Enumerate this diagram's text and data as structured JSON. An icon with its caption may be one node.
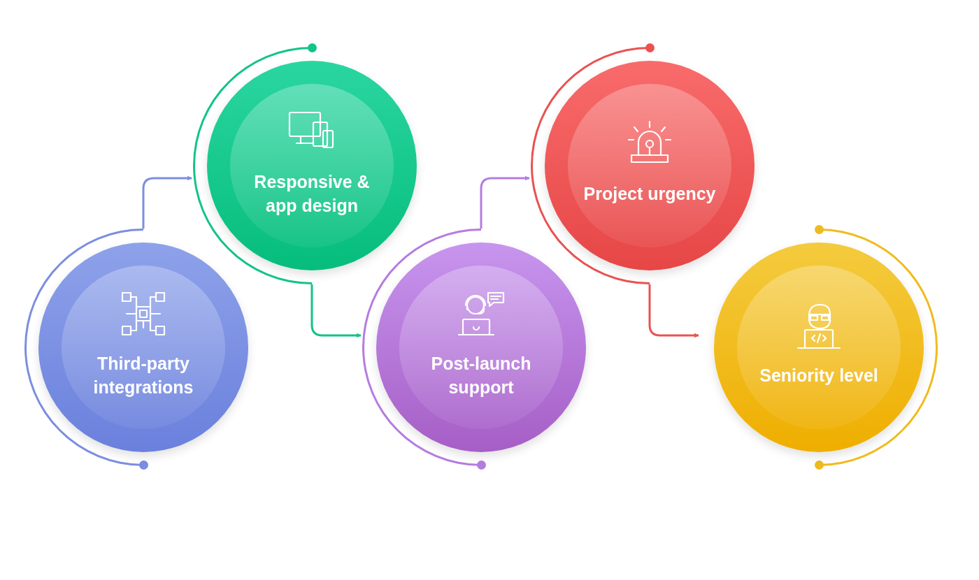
{
  "diagram": {
    "nodes": [
      {
        "text": [
          "Third-party integrations"
        ]
      },
      {
        "text": [
          "Responsive & app design"
        ]
      },
      {
        "text": [
          "Post-launch support"
        ]
      },
      {
        "text": [
          "Project urgency"
        ]
      },
      {
        "text": [
          "Seniority level"
        ]
      }
    ],
    "edges": [
      {
        "from": 0,
        "to": 1,
        "arrow": "to",
        "color": "#7b8ee0"
      },
      {
        "from": 1,
        "to": 2,
        "arrow": "to",
        "color": "#12c488"
      },
      {
        "from": 2,
        "to": 3,
        "arrow": "to",
        "color": "#b57ce0"
      },
      {
        "from": 3,
        "to": 4,
        "arrow": "to",
        "color": "#ea5252"
      }
    ]
  }
}
